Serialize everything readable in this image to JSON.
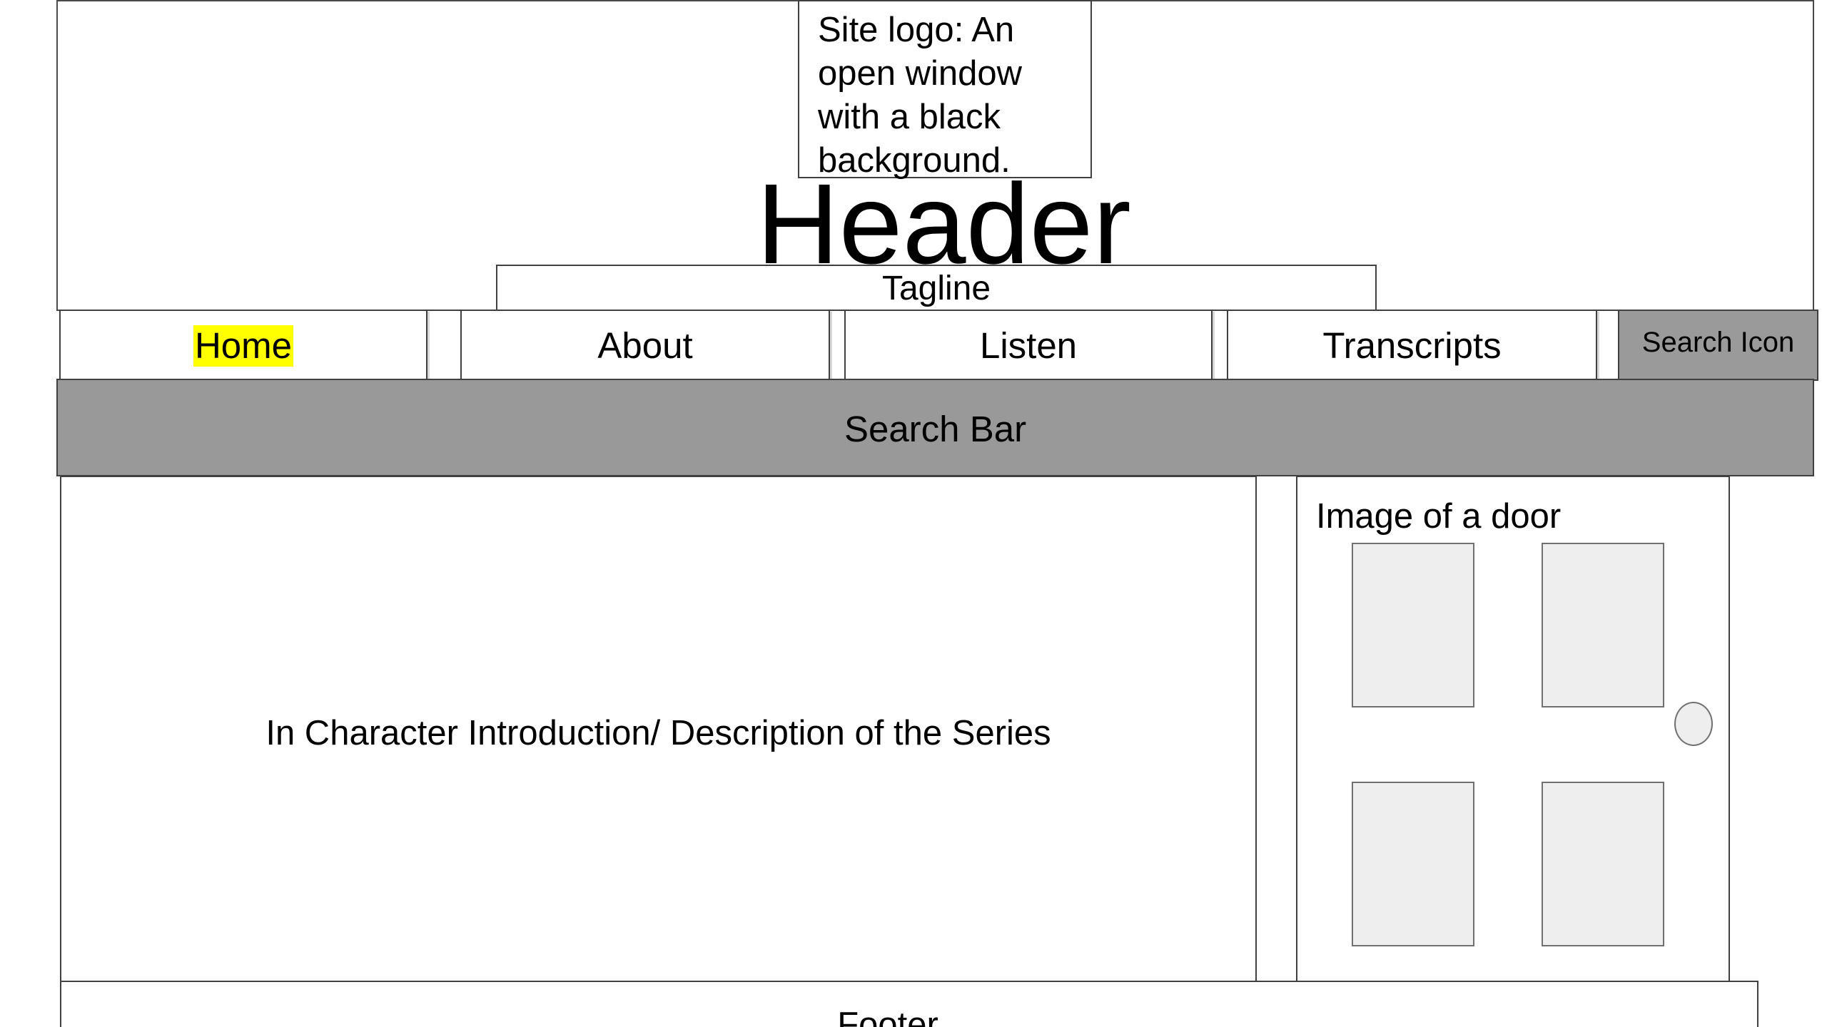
{
  "header": {
    "logo_placeholder": "Site logo: An open window with a black background.",
    "title": "Header",
    "tagline": "Tagline"
  },
  "nav": {
    "items": [
      {
        "label": "Home",
        "active": true
      },
      {
        "label": "About",
        "active": false
      },
      {
        "label": "Listen",
        "active": false
      },
      {
        "label": "Transcripts",
        "active": false
      }
    ],
    "search_icon_label": "Search Icon"
  },
  "search_bar": {
    "label": "Search Bar"
  },
  "main": {
    "intro_text": "In Character Introduction/ Description of the Series",
    "image_caption": "Image of a door"
  },
  "footer": {
    "label": "Footer"
  },
  "colors": {
    "highlight": "#ffff00",
    "search_bar_fill": "#999999",
    "search_icon_fill": "#9a9a9a",
    "door_panel_fill": "#eeeeee",
    "border": "#404040"
  }
}
